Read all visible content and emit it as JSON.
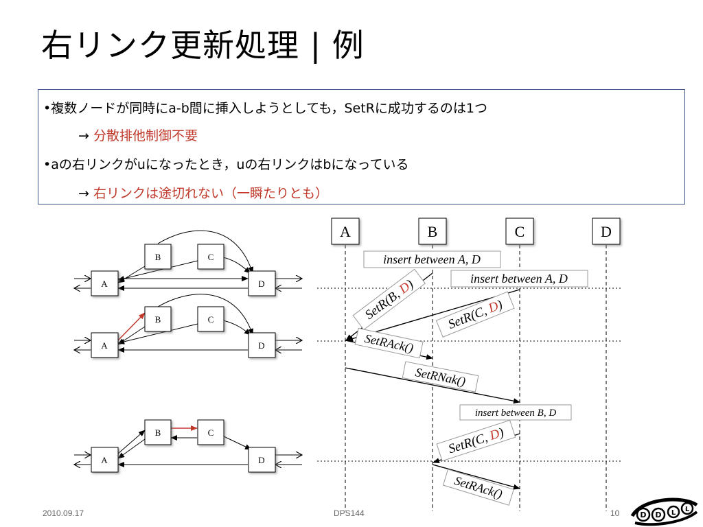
{
  "title": "右リンク更新処理 | 例",
  "bullets": {
    "b1": "•複数ノードが同時にa-b間に挿入しようとしても，SetRに成功するのは1つ",
    "b1_arrow": "→",
    "b1_result": "分散排他制御不要",
    "b2": "•aの右リンクがuになったとき，uの右リンクはbになっている",
    "b2_arrow": "→",
    "b2_result": "右リンクは途切れない（一瞬たりとも）"
  },
  "graph": {
    "nodes": [
      "A",
      "B",
      "C",
      "D"
    ]
  },
  "sequence": {
    "lanes": [
      "A",
      "B",
      "C",
      "D"
    ],
    "messages": {
      "m1": "insert between A, D",
      "m2": "insert between A, D",
      "m3_pre": "SetR(B, ",
      "m3_hl": "D",
      "m3_post": ")",
      "m4_pre": "SetR(C, ",
      "m4_hl": "D",
      "m4_post": ")",
      "m5": "SetRAck()",
      "m6": "SetRNak()",
      "m7": "insert between B, D",
      "m8_pre": "SetR(C, ",
      "m8_hl": "D",
      "m8_post": ")",
      "m9": "SetRAck()"
    }
  },
  "footer": {
    "date": "2010.09.17",
    "conference": "DPS144",
    "page": "10"
  },
  "logo": {
    "letters": [
      "D",
      "D",
      "L",
      "L"
    ]
  },
  "colors": {
    "highlight": "#c0392b",
    "box_border": "#3b4f86"
  }
}
